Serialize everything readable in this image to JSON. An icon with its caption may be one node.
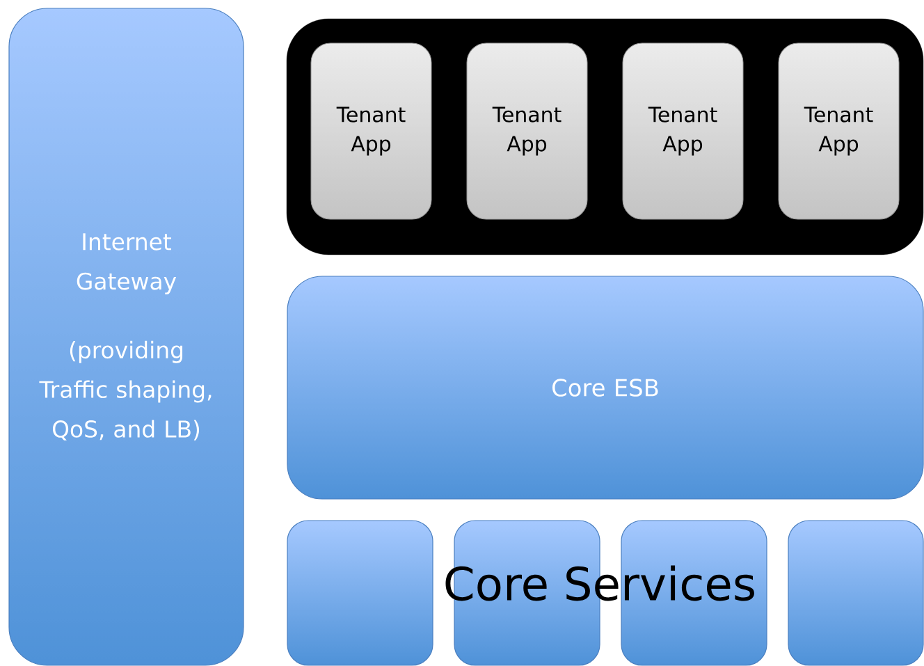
{
  "diagram": {
    "nodes": [
      {
        "text": [
          "Internet Gateway",
          "(providing Traffic shaping, QoS, and LB)"
        ]
      },
      {
        "text": [],
        "shape": "box"
      },
      {
        "text": [
          "Tenant App"
        ],
        "in": 1
      },
      {
        "text": [
          "Tenant App"
        ],
        "in": 1
      },
      {
        "text": [
          "Tenant App"
        ],
        "in": 1
      },
      {
        "text": [
          "Tenant App"
        ],
        "in": 1
      },
      {
        "text": [
          "Core ESB"
        ]
      },
      {
        "text": [],
        "shape": "box"
      },
      {
        "text": [],
        "shape": "box"
      },
      {
        "text": [],
        "shape": "box"
      },
      {
        "text": [],
        "shape": "box"
      }
    ],
    "edges": [],
    "labels": [
      "Core Services"
    ]
  }
}
